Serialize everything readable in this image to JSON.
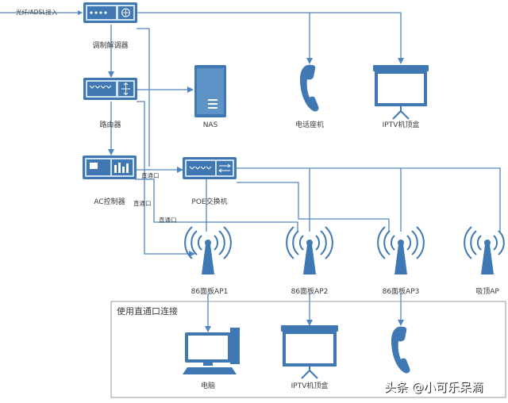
{
  "input_label": "光纤/ADSL接入",
  "nodes": {
    "modem": "调制解调器",
    "router": "路由器",
    "ac": "AC控制器",
    "nas": "NAS",
    "phone": "电话座机",
    "iptv": "IPTV机顶盒",
    "poe": "POE交换机",
    "ap1": "86面板AP1",
    "ap2": "86面板AP2",
    "ap3": "86面板AP3",
    "ceiling_ap": "吸顶AP",
    "pc": "电脑",
    "iptv2": "IPTV机顶盒"
  },
  "edge_labels": {
    "direct1": "直通口",
    "direct2": "直通口",
    "direct3": "直通口"
  },
  "group_box_title": "使用直通口连接",
  "watermark": "头条 @小可乐呆滴",
  "colors": {
    "line": "#4f86c1",
    "device": "#3f78b3",
    "device_light": "#cfe0f1"
  }
}
